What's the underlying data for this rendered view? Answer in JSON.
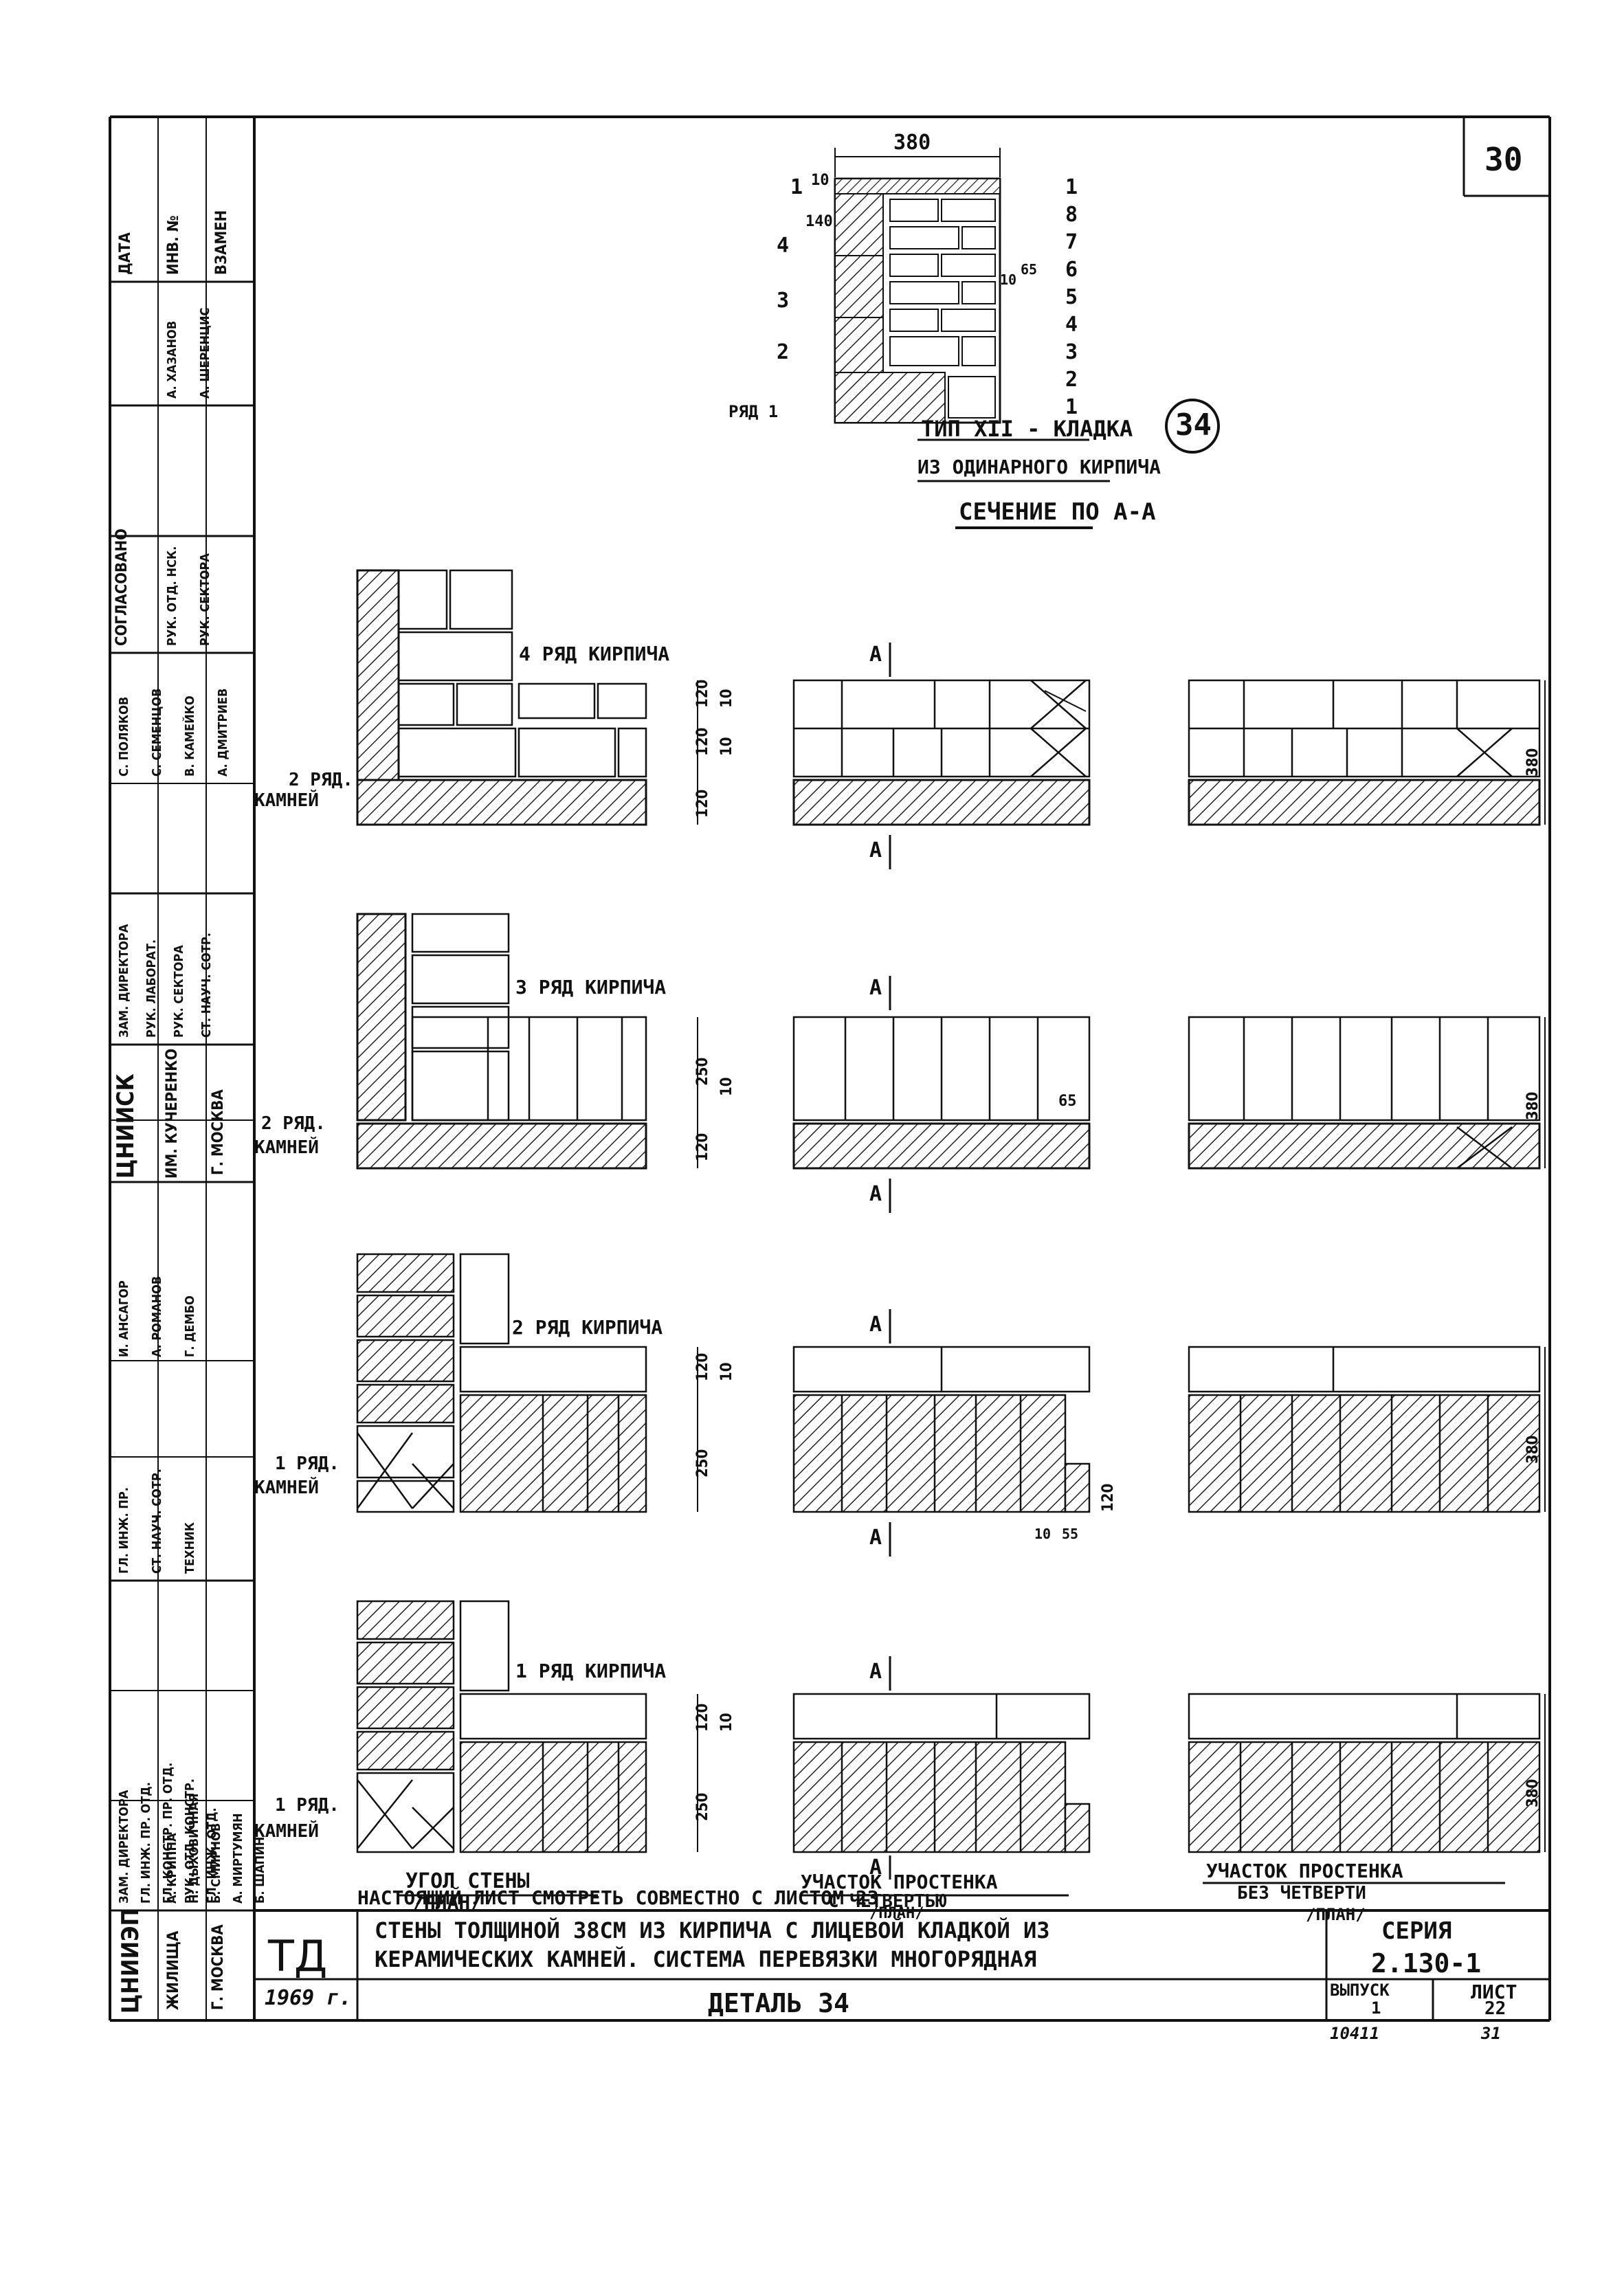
{
  "sheet_number": "30",
  "detail_marker": "34",
  "section_detail": {
    "dim_width": "380",
    "dims_left": [
      "10",
      "140"
    ],
    "dims_right": [
      "10",
      "65"
    ],
    "rows_left": [
      "1",
      "4",
      "3",
      "2"
    ],
    "row_label": "РЯД 1",
    "rows_right": [
      "1",
      "8",
      "7",
      "6",
      "5",
      "4",
      "3",
      "2",
      "1"
    ],
    "type_title": "ТИП XII - КЛАДКА",
    "type_subtitle": "ИЗ ОДИНАРНОГО КИРПИЧА",
    "section_title": "СЕЧЕНИЕ ПО А-А"
  },
  "rows": [
    {
      "brick_label": "4 РЯД КИРПИЧА",
      "stone_label": [
        "2 РЯД.",
        "КАМНЕЙ"
      ],
      "dims": [
        "120",
        "10",
        "120",
        "10",
        "120"
      ],
      "dim_right": "380"
    },
    {
      "brick_label": "3 РЯД КИРПИЧА",
      "stone_label": [
        "2 РЯД.",
        "КАМНЕЙ"
      ],
      "dims": [
        "250",
        "10",
        "120"
      ],
      "dim_mid": "65",
      "dim_right": "380"
    },
    {
      "brick_label": "2 РЯД КИРПИЧА",
      "stone_label": [
        "1 РЯД.",
        "КАМНЕЙ"
      ],
      "dims": [
        "120",
        "10",
        "250"
      ],
      "dim_mid": "120",
      "dims_bottom": [
        "10",
        "55"
      ],
      "dim_right": "380"
    },
    {
      "brick_label": "1 РЯД КИРПИЧА",
      "stone_label": [
        "1 РЯД.",
        "КАМНЕЙ"
      ],
      "dims": [
        "120",
        "10",
        "250"
      ],
      "dim_right": "380"
    }
  ],
  "section_mark": "А",
  "captions": {
    "corner": [
      "УГОЛ СТЕНЫ",
      "/ПЛАН/"
    ],
    "pier_quarter": [
      "УЧАСТОК ПРОСТЕНКА",
      "С ЧЕТВЕРТЬЮ",
      "/ПЛАН/"
    ],
    "pier_no_quarter": [
      "УЧАСТОК ПРОСТЕНКА",
      "БЕЗ ЧЕТВЕРТИ",
      "/ПЛАН/"
    ]
  },
  "note": "НАСТОЯЩИЙ ЛИСТ СМОТРЕТЬ СОВМЕСТНО С ЛИСТОМ 23",
  "title_block": {
    "logo": "ТД",
    "year": "1969 г.",
    "title_line1": "СТЕНЫ ТОЛЩИНОЙ 38СМ ИЗ КИРПИЧА С ЛИЦЕВОЙ КЛАДКОЙ ИЗ",
    "title_line2": "КЕРАМИЧЕСКИХ КАМНЕЙ. СИСТЕМА ПЕРЕВЯЗКИ МНОГОРЯДНАЯ",
    "detail": "ДЕТАЛЬ 34",
    "series_label": "СЕРИЯ",
    "series_value": "2.130-1",
    "issue_label": "ВЫПУСК",
    "issue_value": "1",
    "sheet_label": "ЛИСТ",
    "sheet_value": "22",
    "below_left": "10411",
    "below_right": "31"
  },
  "side_stamp": {
    "org_bottom": [
      "ЦНИИЭП",
      "ЖИЛИЩА",
      "Г. МОСКВА"
    ],
    "org_middle": [
      "ЦНИИСК",
      "ИМ. КУЧЕРЕНКО",
      "Г. МОСКВА"
    ],
    "roles_a": [
      "ЗАМ. ДИРЕКТОРА",
      "ГЛ. ИНЖ. ПР. ОТД.",
      "ГЛ. КОНСТР. ПР. ОТД.",
      "РУК. ОТД. КОНСТР.",
      "ГЛ. ИНЖ. ОТД."
    ],
    "names_a": [
      "А. КРИППА",
      "Н. ДЫХОВИЧНАЯ",
      "Б. СМИРНОВ",
      "А. МИРТУМЯН",
      "Б. ШАПИН"
    ],
    "roles_b": [
      "ГЛ. ИНЖ. ПР.",
      "СТ. НАУЧ. СОТР.",
      "ТЕХНИК"
    ],
    "names_b": [
      "И. АНСАГОР",
      "А. РОМАНОВ",
      "Г. ДЕМБО"
    ],
    "roles_c": [
      "ЗАМ. ДИРЕКТОРА",
      "РУК. ЛАБОРАТ.",
      "РУК. СЕКТОРА",
      "СТ. НАУЧ. СОТР."
    ],
    "names_c": [
      "С. ПОЛЯКОВ",
      "С. СЕМЕНЦОВ",
      "В. КАМЕЙКО",
      "А. ДМИТРИЕВ"
    ],
    "agreed": "СОГЛАСОВАНО",
    "roles_d": [
      "РУК. ОТД. НСК.",
      "РУК. СЕКТОРА"
    ],
    "names_d": [
      "А. ХАЗАНОВ",
      "А. ШЕРЕНЦИС"
    ],
    "col_date": "ДАТА",
    "col_inv": "ИНВ. №",
    "col_replace": "ВЗАМЕН"
  }
}
